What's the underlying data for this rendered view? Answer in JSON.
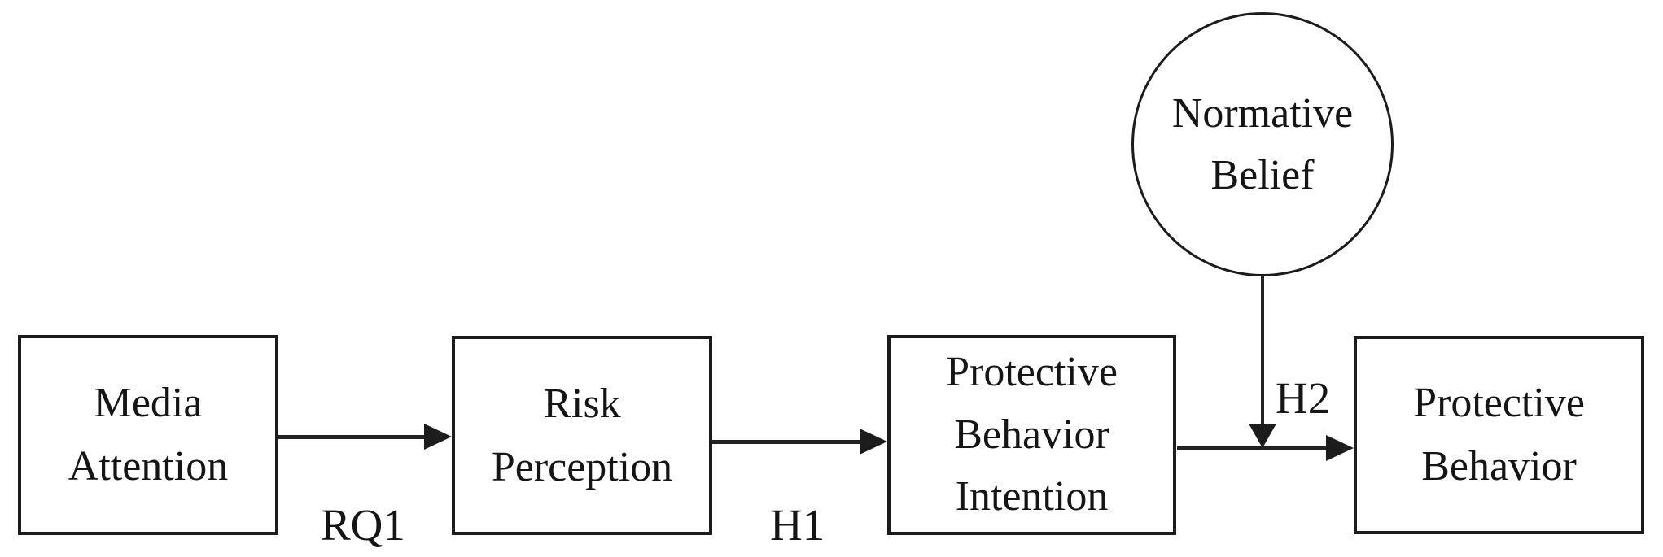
{
  "diagram": {
    "background": "#ffffff",
    "line_color": "#1c1c1c",
    "text_color": "#151515",
    "nodes": {
      "media_attention": {
        "label": "Media Attention",
        "shape": "rect"
      },
      "risk_perception": {
        "label": "Risk Perception",
        "shape": "rect"
      },
      "protective_behavior_intention": {
        "label": "Protective Behavior Intention",
        "shape": "rect"
      },
      "protective_behavior": {
        "label": "Protective Behavior",
        "shape": "rect"
      },
      "normative_belief": {
        "label": "Normative Belief",
        "shape": "circle"
      }
    },
    "edges": [
      {
        "from": "media_attention",
        "to": "risk_perception",
        "label": "RQ1",
        "direction": "right"
      },
      {
        "from": "risk_perception",
        "to": "protective_behavior_intention",
        "label": "H1",
        "direction": "right"
      },
      {
        "from": "protective_behavior_intention",
        "to": "protective_behavior",
        "label": "",
        "direction": "right"
      },
      {
        "from": "normative_belief",
        "to": "edge_pbi_to_pb",
        "label": "H2",
        "direction": "down"
      }
    ]
  }
}
